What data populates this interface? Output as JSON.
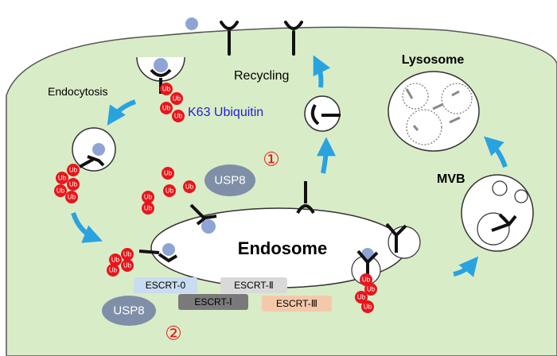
{
  "labels": {
    "endocytosis": "Endocytosis",
    "k63_ubiquitin": "K63 Ubiquitin",
    "recycling": "Recycling",
    "lysosome": "Lysosome",
    "mvb": "MVB",
    "endosome": "Endosome",
    "usp8_top": "USP8",
    "usp8_bottom": "USP8",
    "step1": "①",
    "step2": "②"
  },
  "escrt": {
    "escrt0": "ESCRT-0",
    "escrt1": "ESCRT-Ⅰ",
    "escrt2": "ESCRT-Ⅱ",
    "escrt3": "ESCRT-Ⅲ"
  },
  "ub_label": "Ub",
  "colors": {
    "cell_fill": "#d9ecc8",
    "ubiquitin_red": "#e8161c",
    "ligand_blue": "#8ea4d4",
    "arrow_blue": "#29a3e0",
    "usp8_gray": "#7f8fa8",
    "k63_text": "#1f1fd6",
    "escrt0": "#c9dcf0",
    "escrt1": "#7a7a7a",
    "escrt2": "#d9d9d9",
    "escrt3": "#f6c8aa"
  }
}
